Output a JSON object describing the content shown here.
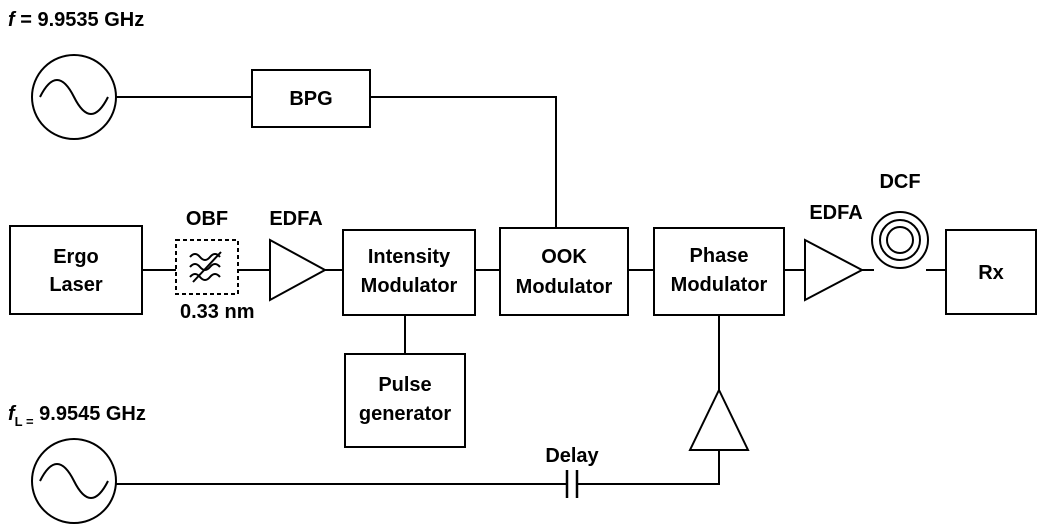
{
  "sources": {
    "top": {
      "symbol": "f",
      "rest": " = 9.9535 GHz"
    },
    "bottom": {
      "symbol": "f",
      "subscript": "L =",
      "rest": " 9.9545 GHz"
    }
  },
  "blocks": {
    "bpg": [
      "BPG"
    ],
    "laser": [
      "Ergo",
      "Laser"
    ],
    "intensity_modulator": [
      "Intensity",
      "Modulator"
    ],
    "ook_modulator": [
      "OOK",
      "Modulator"
    ],
    "phase_modulator": [
      "Phase",
      "Modulator"
    ],
    "pulse_generator": [
      "Pulse",
      "generator"
    ],
    "receiver": [
      "Rx"
    ]
  },
  "labels": {
    "obf": "OBF",
    "obf_bandwidth": "0.33 nm",
    "edfa_1": "EDFA",
    "edfa_2": "EDFA",
    "dcf": "DCF",
    "delay": "Delay"
  }
}
